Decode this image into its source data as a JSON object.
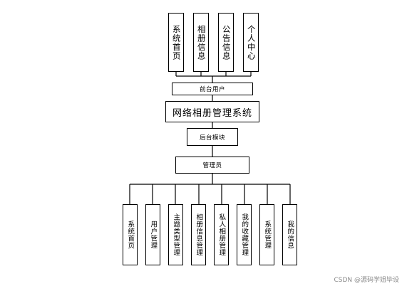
{
  "diagram": {
    "top_modules": [
      {
        "label": "系统首页"
      },
      {
        "label": "相册信息"
      },
      {
        "label": "公告信息"
      },
      {
        "label": "个人中心"
      }
    ],
    "front_user": "前台用户",
    "system_title": "网络相册管理系统",
    "backend_module": "后台模块",
    "admin": "管理员",
    "admin_modules": [
      {
        "label": "系统首页"
      },
      {
        "label": "用户管理"
      },
      {
        "label": "主题类型管理"
      },
      {
        "label": "相册信息管理"
      },
      {
        "label": "私人相册管理"
      },
      {
        "label": "我的收藏管理"
      },
      {
        "label": "系统管理"
      },
      {
        "label": "我的信息"
      }
    ]
  },
  "watermark": "CSDN @源码学姐毕设",
  "colors": {
    "line": "#000000",
    "background": "#ffffff",
    "watermark": "#8a8a8a"
  }
}
